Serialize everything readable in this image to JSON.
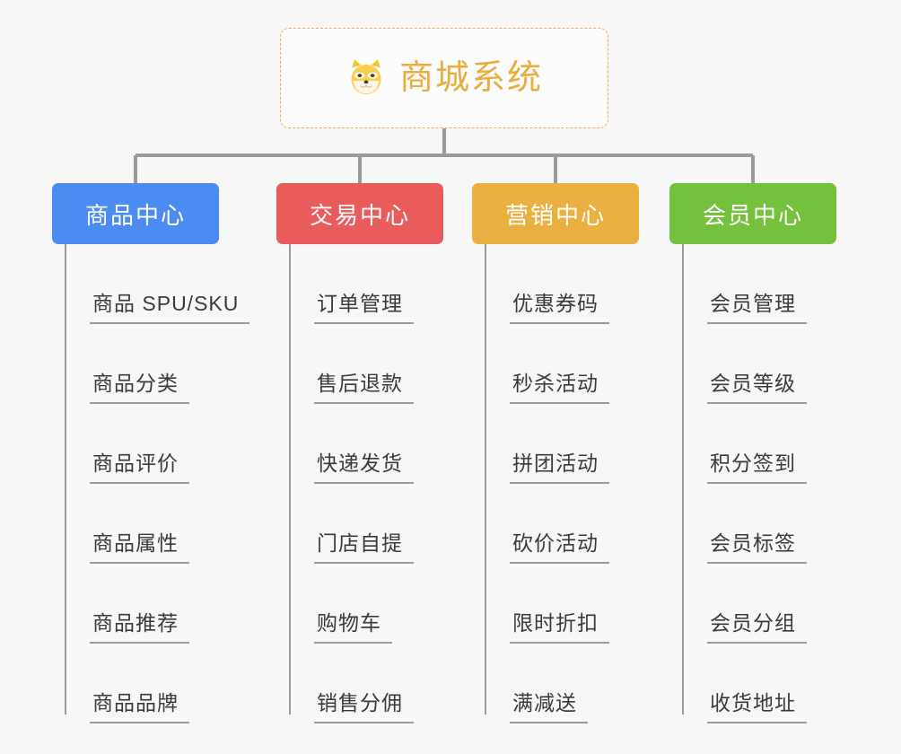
{
  "root": {
    "title": "商城系统",
    "icon": "shiba-dog-icon",
    "border_color": "#e8b04a",
    "text_color": "#e8ad3c",
    "background": "#fcfcfc"
  },
  "canvas": {
    "background": "#f7f7f7",
    "connector_color": "#9a9a9a"
  },
  "branches": [
    {
      "label": "商品中心",
      "color": "#4a8cf0",
      "items": [
        "商品 SPU/SKU",
        "商品分类",
        "商品评价",
        "商品属性",
        "商品推荐",
        "商品品牌"
      ]
    },
    {
      "label": "交易中心",
      "color": "#e85c5c",
      "items": [
        "订单管理",
        "售后退款",
        "快递发货",
        "门店自提",
        "购物车",
        "销售分佣"
      ]
    },
    {
      "label": "营销中心",
      "color": "#eab040",
      "items": [
        "优惠券码",
        "秒杀活动",
        "拼团活动",
        "砍价活动",
        "限时折扣",
        "满减送"
      ]
    },
    {
      "label": "会员中心",
      "color": "#74c13e",
      "items": [
        "会员管理",
        "会员等级",
        "积分签到",
        "会员标签",
        "会员分组",
        "收货地址"
      ]
    }
  ]
}
